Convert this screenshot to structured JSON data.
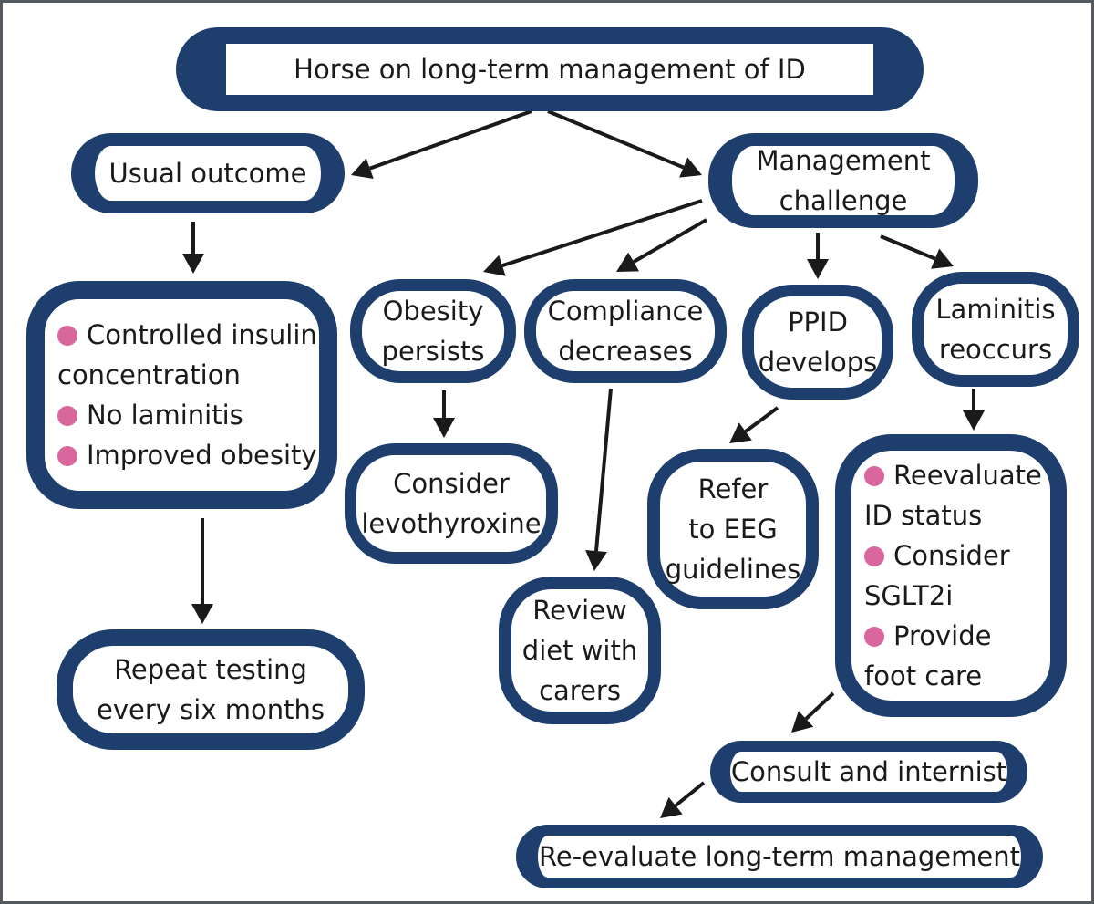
{
  "colors": {
    "border": "#1e3f6e",
    "bullet": "#d9669c",
    "arrow": "#1a1a1a",
    "frame": "#555a60"
  },
  "nodes": {
    "root": {
      "lines": [
        "Horse on long-term management of ID"
      ]
    },
    "usual_outcome": {
      "lines": [
        "Usual outcome"
      ]
    },
    "management_challenge": {
      "lines": [
        "Management",
        "challenge"
      ]
    },
    "controlled": {
      "lines": [
        "Controlled insulin",
        "concentration",
        "No laminitis",
        "Improved obesity"
      ]
    },
    "obesity_persists": {
      "lines": [
        "Obesity",
        "persists"
      ]
    },
    "compliance_decreases": {
      "lines": [
        "Compliance",
        "decreases"
      ]
    },
    "ppid_develops": {
      "lines": [
        "PPID",
        "develops"
      ]
    },
    "laminitis_reoccurs": {
      "lines": [
        "Laminitis",
        "reoccurs"
      ]
    },
    "consider_levothyroxine": {
      "lines": [
        "Consider",
        "levothyroxine"
      ]
    },
    "review_diet": {
      "lines": [
        "Review",
        "diet with",
        "carers"
      ]
    },
    "refer_eeg": {
      "lines": [
        "Refer",
        "to EEG",
        "guidelines"
      ]
    },
    "reevaluate_id": {
      "lines": [
        "Reevaluate",
        "ID status",
        "Consider",
        "SGLT2i",
        "Provide",
        "foot care"
      ]
    },
    "repeat_testing": {
      "lines": [
        "Repeat testing",
        "every six months"
      ]
    },
    "consult_internist": {
      "lines": [
        "Consult and internist"
      ]
    },
    "reevaluate_management": {
      "lines": [
        "Re-evaluate long-term management"
      ]
    }
  }
}
